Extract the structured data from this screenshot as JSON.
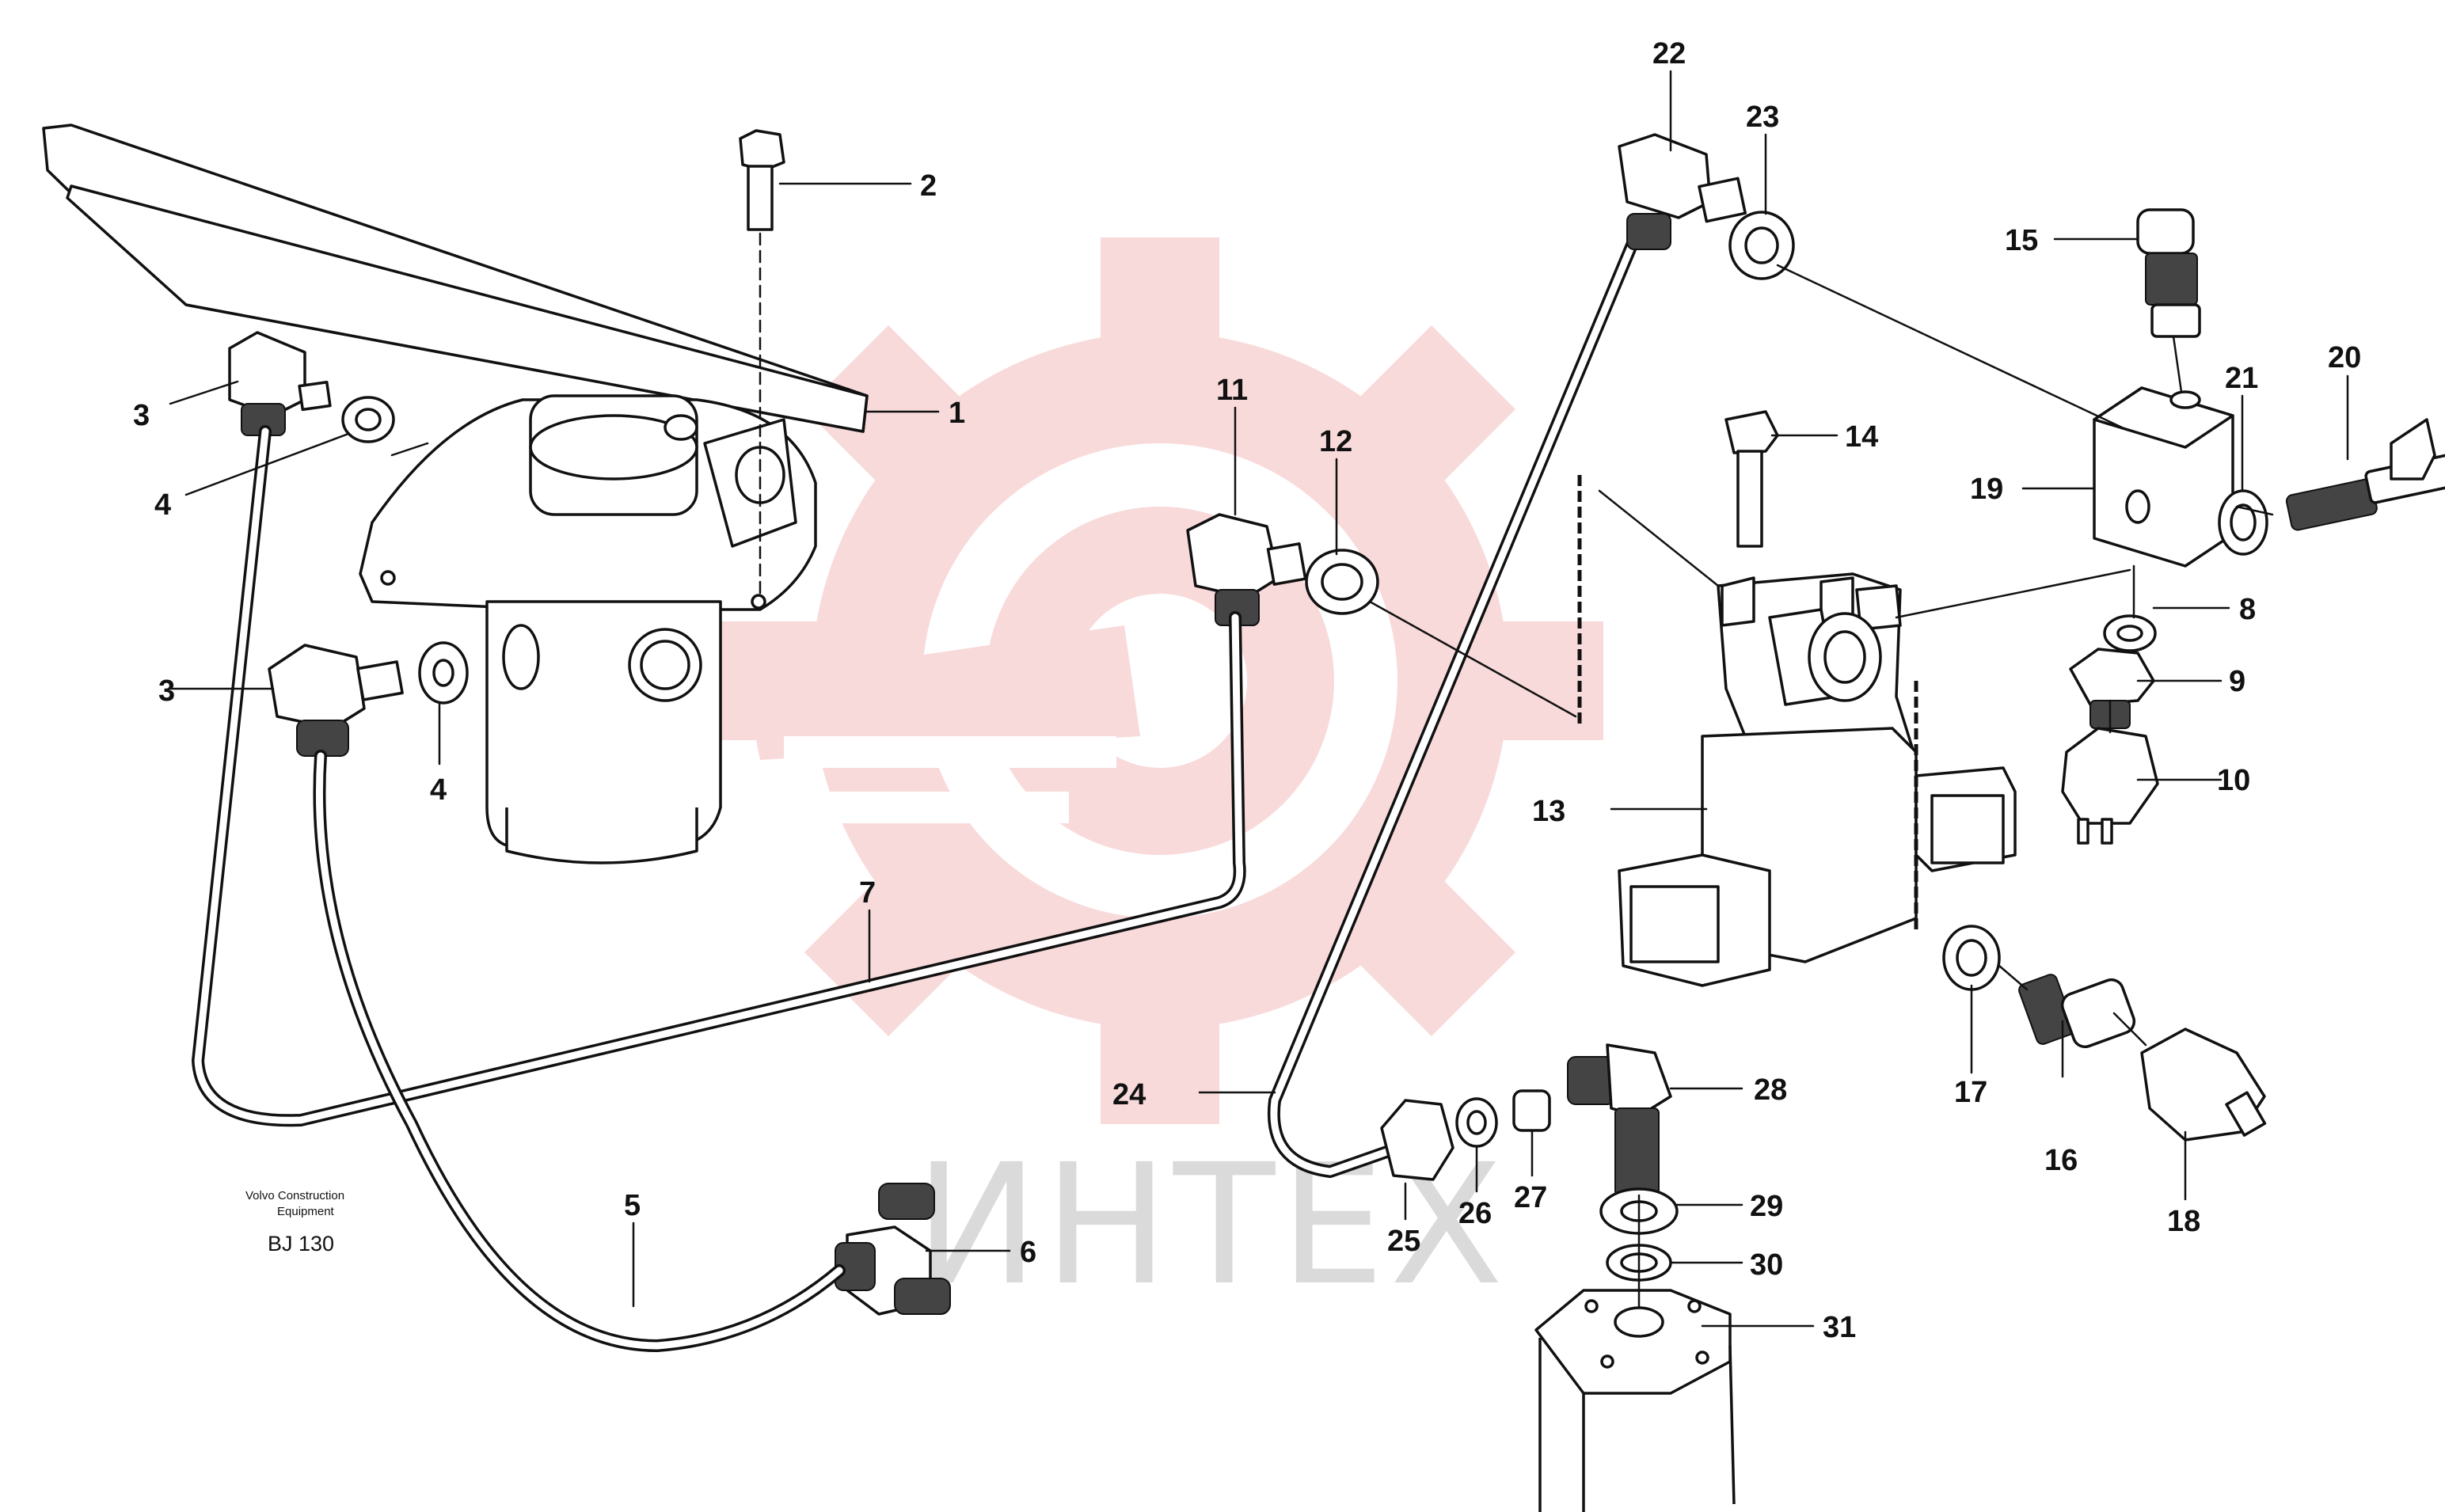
{
  "diagram": {
    "callouts": [
      {
        "id": "c1",
        "label": "1"
      },
      {
        "id": "c2",
        "label": "2"
      },
      {
        "id": "c3a",
        "label": "3"
      },
      {
        "id": "c3b",
        "label": "3"
      },
      {
        "id": "c4a",
        "label": "4"
      },
      {
        "id": "c4b",
        "label": "4"
      },
      {
        "id": "c5",
        "label": "5"
      },
      {
        "id": "c6",
        "label": "6"
      },
      {
        "id": "c7",
        "label": "7"
      },
      {
        "id": "c8",
        "label": "8"
      },
      {
        "id": "c9",
        "label": "9"
      },
      {
        "id": "c10",
        "label": "10"
      },
      {
        "id": "c11",
        "label": "11"
      },
      {
        "id": "c12",
        "label": "12"
      },
      {
        "id": "c13",
        "label": "13"
      },
      {
        "id": "c14",
        "label": "14"
      },
      {
        "id": "c15",
        "label": "15"
      },
      {
        "id": "c16",
        "label": "16"
      },
      {
        "id": "c17",
        "label": "17"
      },
      {
        "id": "c18",
        "label": "18"
      },
      {
        "id": "c19",
        "label": "19"
      },
      {
        "id": "c20",
        "label": "20"
      },
      {
        "id": "c21",
        "label": "21"
      },
      {
        "id": "c22",
        "label": "22"
      },
      {
        "id": "c23",
        "label": "23"
      },
      {
        "id": "c24",
        "label": "24"
      },
      {
        "id": "c25",
        "label": "25"
      },
      {
        "id": "c26",
        "label": "26"
      },
      {
        "id": "c27",
        "label": "27"
      },
      {
        "id": "c28",
        "label": "28"
      },
      {
        "id": "c29",
        "label": "29"
      },
      {
        "id": "c30",
        "label": "30"
      },
      {
        "id": "c31",
        "label": "31"
      }
    ],
    "maker_line1": "Volvo Construction",
    "maker_line2": "Equipment",
    "drawing_code": "BJ 130"
  },
  "watermark": {
    "text": "ИНТЕХ",
    "logo_color": "#f0a6a6",
    "text_color": "#bdbdbd"
  }
}
